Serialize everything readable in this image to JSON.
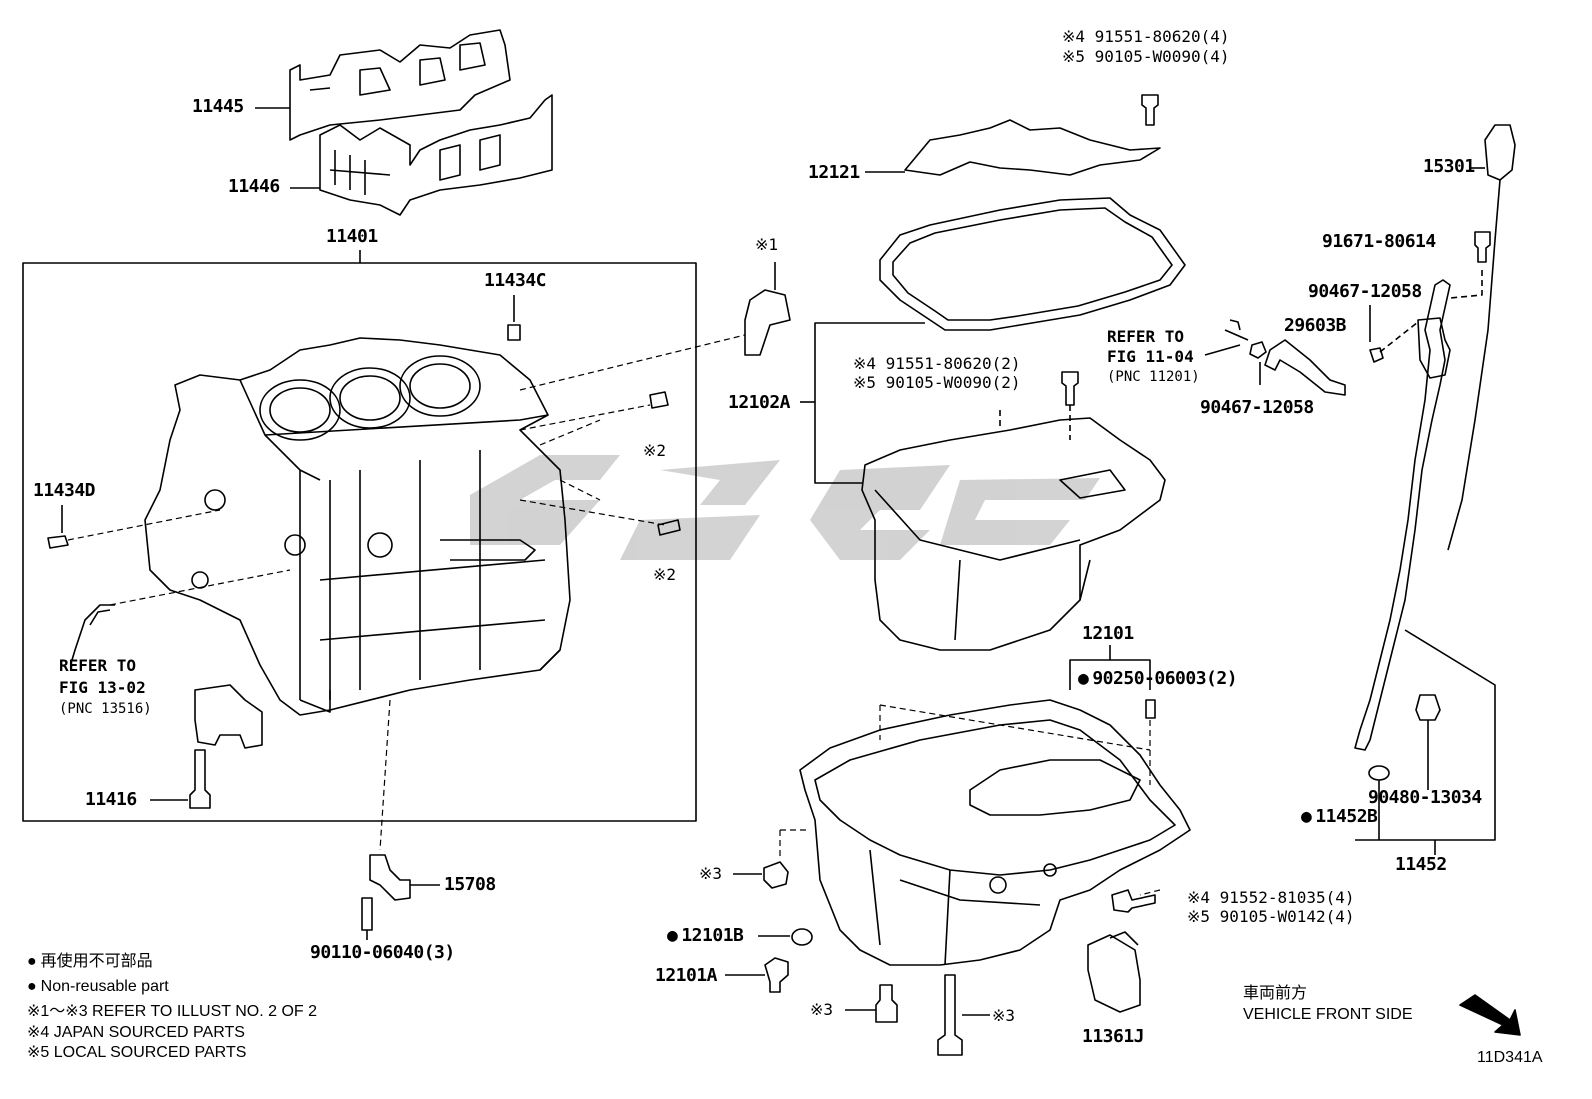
{
  "parts": {
    "p11445": "11445",
    "p11446": "11446",
    "p11401": "11401",
    "p11434C": "11434C",
    "p11434D": "11434D",
    "p11416": "11416",
    "p15708": "15708",
    "p90110": "90110-06040(3)",
    "p12121": "12121",
    "p12102A": "12102A",
    "p12101": "12101",
    "p90250": "90250-06003(2)",
    "p12101B": "12101B",
    "p12101A": "12101A",
    "p11361J": "11361J",
    "p15301": "15301",
    "p91671": "91671-80614",
    "p90467a": "90467-12058",
    "p29603B": "29603B",
    "p90467b": "90467-12058",
    "p90480": "90480-13034",
    "p11452B": "11452B",
    "p11452": "11452"
  },
  "notes": {
    "top_bolt_4": "※4 91551-80620(4)",
    "top_bolt_5": "※5 90105-W0090(4)",
    "mid_bolt_4": "※4 91551-80620(2)",
    "mid_bolt_5": "※5 90105-W0090(2)",
    "low_bolt_4": "※4 91552-81035(4)",
    "low_bolt_5": "※5 90105-W0142(4)",
    "ref1": "※1",
    "ref2a": "※2",
    "ref2b": "※2",
    "ref3a": "※3",
    "ref3b": "※3",
    "ref3c": "※3"
  },
  "refs": {
    "fig1302_line1": "REFER TO",
    "fig1302_line2": "FIG 13-02",
    "fig1302_line3": "(PNC 13516)",
    "fig1104_line1": "REFER TO",
    "fig1104_line2": "FIG 11-04",
    "fig1104_line3": "(PNC 11201)"
  },
  "legend": {
    "jp": "再使用不可部品",
    "en": "Non-reusable part",
    "ref": "※1～※3  REFER TO ILLUST NO. 2 OF 2",
    "jpn_src": "※4 JAPAN SOURCED PARTS",
    "local_src": "※5 LOCAL SOURCED PARTS"
  },
  "front": {
    "jp": "車両前方",
    "en": "VEHICLE FRONT SIDE"
  },
  "illust_code": "11D341A"
}
